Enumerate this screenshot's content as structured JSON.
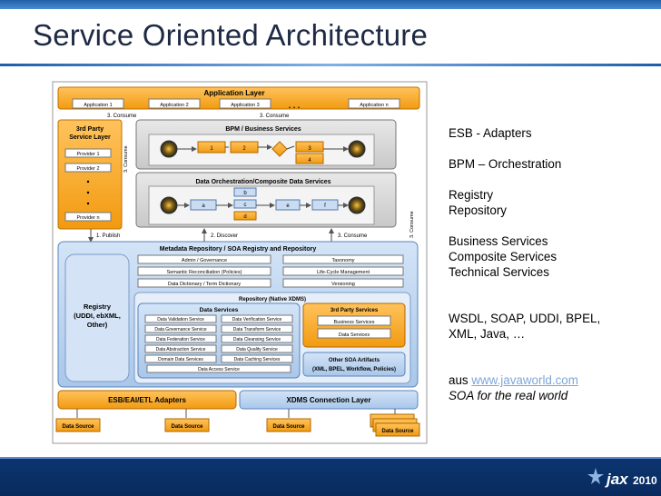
{
  "slide": {
    "title": "Service Oriented Architecture"
  },
  "diagram": {
    "app_layer": {
      "title": "Application Layer",
      "apps": [
        "Application 1",
        "Application 2",
        "Application 3",
        "Application n"
      ],
      "ellipsis": ". . ."
    },
    "consume_labels": [
      "3. Consume",
      "3. Consume",
      "3. Consume",
      "3. Consume"
    ],
    "third_party": {
      "title_line1": "3rd Party",
      "title_line2": "Service Layer",
      "providers": [
        "Provider 1",
        "Provider 2",
        "Provider n"
      ]
    },
    "bpm": {
      "title": "BPM / Business Services",
      "nodes": [
        "1",
        "2",
        "3",
        "4"
      ]
    },
    "orchestration": {
      "title": "Data Orchestration/Composite Data Services",
      "nodes": [
        "a",
        "b",
        "c",
        "d",
        "e",
        "f"
      ]
    },
    "arrows": {
      "publish": "1. Publish",
      "discover": "2. Discover",
      "consume": "3. Consume"
    },
    "metadata": {
      "title": "Metadata Repository / SOA Registry and Repository",
      "left_items": [
        "Admin / Governance",
        "Semantic Reconciliation (Policies)",
        "Data Dictionary / Term Dictionary"
      ],
      "right_items": [
        "Taxonomy",
        "Life-Cycle Management",
        "Versioning"
      ]
    },
    "registry": {
      "line1": "Registry",
      "line2": "(UDDI, ebXML,",
      "line3": "Other)"
    },
    "repository": {
      "title": "Repository (Native XDMS)"
    },
    "data_services": {
      "title": "Data Services",
      "left": [
        "Data Validation Service",
        "Data Governance Service",
        "Data Federation Service",
        "Data Abstraction Service",
        "Domain Data Services"
      ],
      "right": [
        "Data Verification Service",
        "Data Transform Service",
        "Data Cleansing Service",
        "Data Quality Service",
        "Data Caching Services"
      ],
      "bottom": "Data Access Service"
    },
    "third_party_services": {
      "title": "3rd Party Services",
      "items": [
        "Business Services",
        "Data Services"
      ]
    },
    "soa_artifacts": {
      "line1": "Other SOA Artifacts",
      "line2": "(XML, BPEL, Workflow, Policies)"
    },
    "bottom": {
      "esb": "ESB/EAI/ETL Adapters",
      "xdms": "XDMS Connection Layer",
      "data_sources": [
        "Data Source",
        "Data Source",
        "Data Source",
        "Data Source"
      ]
    }
  },
  "notes": {
    "b1": [
      "ESB - Adapters"
    ],
    "b2": [
      "BPM – Orchestration"
    ],
    "b3": [
      "Registry",
      "Repository"
    ],
    "b4": [
      "Business Services",
      "Composite Services",
      "Technical Services"
    ],
    "b5": [
      "WSDL, SOAP, UDDI, BPEL,",
      "XML, Java, …"
    ],
    "aus_prefix": "aus ",
    "aus_link": "www.javaworld.com",
    "tagline": "SOA for the real world"
  },
  "footer": {
    "logo_text": "jax",
    "logo_year": "2010"
  },
  "colors": {
    "orange": "#f6a21a",
    "blue_panel": "#b9d2ee",
    "grey_panel": "#d9d9d9",
    "dark_navy": "#0b3570"
  }
}
